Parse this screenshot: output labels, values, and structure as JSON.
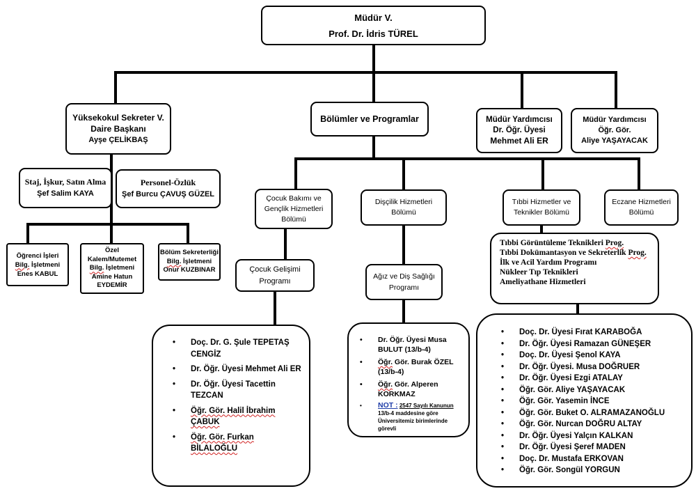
{
  "director": {
    "line1": "Müdür V.",
    "line2": "Prof. Dr. İdris TÜREL"
  },
  "secretary": {
    "line1": "Yüksekokul Sekreter V.",
    "line2": "Daire Başkanı",
    "line3": "Ayşe ÇELİKBAŞ"
  },
  "departments_header": "Bölümler ve Programlar",
  "deputy1": {
    "line1": "Müdür Yardımcısı",
    "line2": "Dr. Öğr. Üyesi",
    "line3": "Mehmet Ali ER"
  },
  "deputy2": {
    "line1": "Müdür Yardımcısı",
    "line2": "Öğr. Gör.",
    "line3": "Aliye YAŞAYACAK"
  },
  "staj": {
    "line1": "Staj, İşkur, Satın Alma",
    "line2": "Şef Salim KAYA"
  },
  "personel": {
    "line1": "Personel-Özlük",
    "line2": "Şef Burcu ÇAVUŞ GÜZEL"
  },
  "ogrenci": {
    "line1": "Öğrenci İşleri",
    "line2_prefix": "Bilg.",
    "line2_rest": " İşletmeni",
    "line3": "Enes KABUL"
  },
  "ozel": {
    "line1": "Özel",
    "line2": "Kalem/Mutemet",
    "line3_prefix": "Bilg.",
    "line3_rest": " İşletmeni",
    "line4": "Amine Hatun",
    "line5": "EYDEMİR"
  },
  "bolumsek": {
    "line1": "Bölüm Sekreterliği",
    "line2_prefix": "Bilg.",
    "line2_rest": " İşletmeni",
    "line3": "Onur KUZBINAR"
  },
  "dept_cocuk": {
    "line1": "Çocuk Bakımı ve",
    "line2": "Gençlik Hizmetleri",
    "line3": "Bölümü"
  },
  "dept_discilik": {
    "line1": "Dişçilik Hizmetleri",
    "line2": "Bölümü"
  },
  "dept_tibbi": {
    "line1": "Tıbbi Hizmetler ve",
    "line2": "Teknikler Bölümü"
  },
  "dept_eczane": {
    "line1": "Eczane Hizmetleri",
    "line2": "Bölümü"
  },
  "prog_cocuk": {
    "line1": "Çocuk Gelişimi",
    "line2": "Programı"
  },
  "prog_agiz": {
    "line1": "Ağız ve Diş Sağlığı",
    "line2": "Programı"
  },
  "prog_tibbi": {
    "l1_prefix": "Tıbbi Görüntüleme Teknikleri ",
    "l1_squig": "Prog.",
    "l2_prefix": "Tıbbi Dokümantasyon ve Sekreterlik ",
    "l2_squig": "Prog.",
    "l3": "İlk ve Acil Yardım Programı",
    "l4": "Nükleer Tıp Teknikleri",
    "l5": "Ameliyathane Hizmetleri"
  },
  "staff_cocuk": [
    "Doç. Dr. G. Şule TEPETAŞ CENGİZ",
    "Dr. Öğr. Üyesi Mehmet Ali ER",
    "Dr. Öğr. Üyesi Tacettin TEZCAN",
    "Öğr. Gör. Halil İbrahim ÇABUK",
    "Öğr. Gör. Furkan BİLALOĞLU"
  ],
  "staff_agiz": {
    "item1": "Dr. Öğr. Üyesi Musa BULUT (13/b-4)",
    "item2_prefix": "Öğr.",
    "item2_rest": " Gör. Burak ÖZEL (13/b-4)",
    "item3_prefix": "Öğr.",
    "item3_rest": " Gör. Alperen KORKMAZ",
    "note_label": "NOT :",
    "note_law": "2547 Sayılı Kanunun",
    "note_rest": "13/b-4 maddesine göre Üniversitemiz birimlerinde görevli"
  },
  "staff_tibbi": [
    "Doç. Dr. Üyesi Fırat KARABOĞA",
    "Dr. Öğr. Üyesi Ramazan GÜNEŞER",
    "Doç. Dr. Üyesi Şenol KAYA",
    "Dr. Öğr. Üyesi. Musa DOĞRUER",
    "Dr. Öğr. Üyesi Ezgi ATALAY",
    "Öğr. Gör. Aliye YAŞAYACAK",
    "Öğr. Gör. Yasemin İNCE",
    "Öğr. Gör. Buket O. ALRAMAZANOĞLU",
    "Öğr. Gör. Nurcan DOĞRU ALTAY",
    "Dr. Öğr. Üyesi Yalçın KALKAN",
    "Dr. Öğr. Üyesi Şeref MADEN",
    "Doç. Dr. Mustafa ERKOVAN",
    "Öğr. Gör. Songül YORGUN"
  ]
}
